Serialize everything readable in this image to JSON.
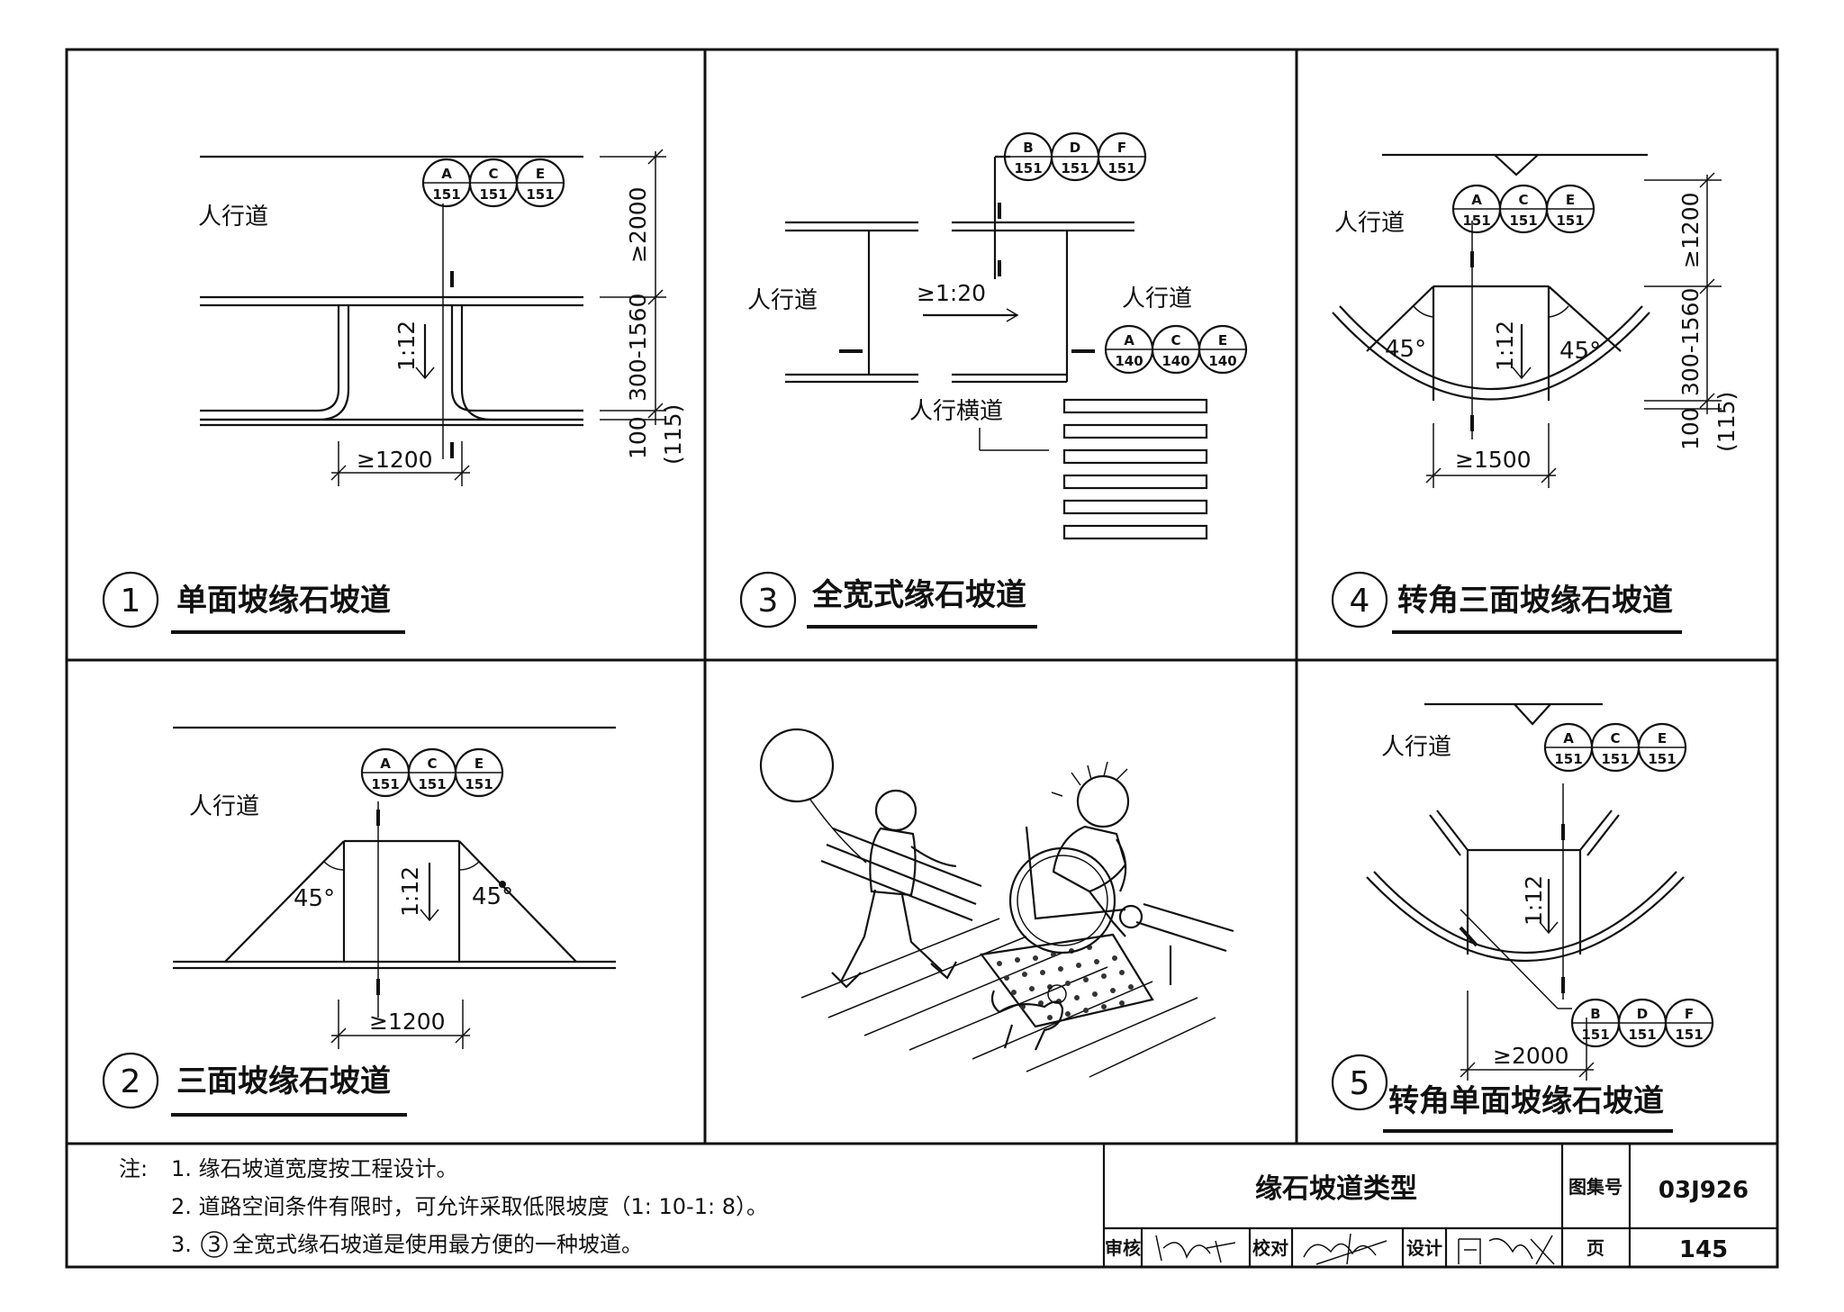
{
  "labels": {
    "sidewalk": "人行道",
    "crosswalk": "人行横道",
    "angle": "45°"
  },
  "panels": {
    "p1": {
      "num": "1",
      "title": "单面坡缘石坡道",
      "slope": "1:12",
      "dim_width": "≥1200",
      "dim_top": "≥2000",
      "dim_mid": "300-1560",
      "dim_bottom": "100",
      "dim_bottom2": "(115)"
    },
    "p2": {
      "num": "2",
      "title": "三面坡缘石坡道",
      "slope": "1:12",
      "dim_width": "≥1200"
    },
    "p3": {
      "num": "3",
      "title": "全宽式缘石坡道",
      "slope": "≥1:20"
    },
    "p4": {
      "num": "4",
      "title": "转角三面坡缘石坡道",
      "slope": "1:12",
      "dim_width": "≥1500",
      "dim_top": "≥1200",
      "dim_mid": "300-1560",
      "dim_bottom": "100",
      "dim_bottom2": "(115)"
    },
    "p5": {
      "num": "5",
      "title": "转角单面坡缘石坡道",
      "slope": "1:12",
      "dim_width": "≥2000"
    }
  },
  "refs": {
    "a151": {
      "top": "A",
      "bottom": "151"
    },
    "c151": {
      "top": "C",
      "bottom": "151"
    },
    "e151": {
      "top": "E",
      "bottom": "151"
    },
    "b151": {
      "top": "B",
      "bottom": "151"
    },
    "d151": {
      "top": "D",
      "bottom": "151"
    },
    "f151": {
      "top": "F",
      "bottom": "151"
    },
    "a140": {
      "top": "A",
      "bottom": "140"
    },
    "c140": {
      "top": "C",
      "bottom": "140"
    },
    "e140": {
      "top": "E",
      "bottom": "140"
    }
  },
  "notes": {
    "prefix": "注:",
    "n1": "1. 缘石坡道宽度按工程设计。",
    "n2": "2. 道路空间条件有限时，可允许采取低限坡度（1: 10-1: 8）。",
    "n3_pre": "3.",
    "n3_circle": "3",
    "n3_text": "全宽式缘石坡道是使用最方便的一种坡道。"
  },
  "title_block": {
    "title": "缘石坡道类型",
    "atlas_label": "图集号",
    "atlas_value": "03J926",
    "review_label": "审核",
    "check_label": "校对",
    "design_label": "设计",
    "page_label": "页",
    "page_value": "145"
  }
}
